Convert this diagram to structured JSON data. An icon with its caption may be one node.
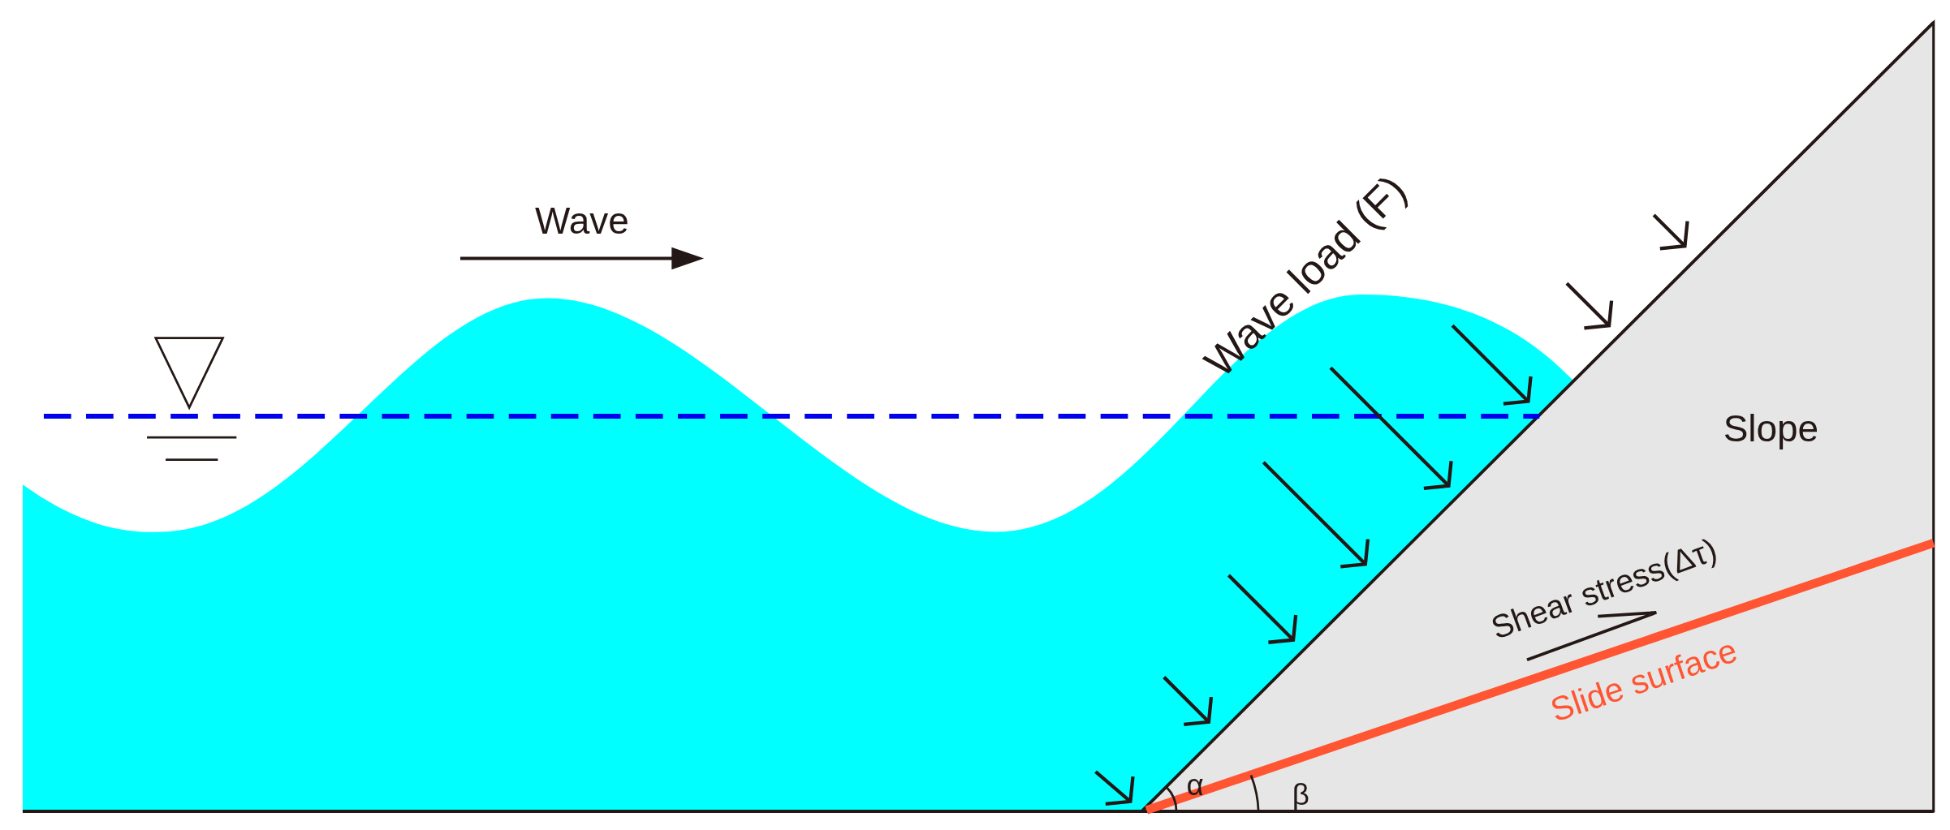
{
  "diagram": {
    "labels": [
      "Wave",
      "Wave load (F)",
      "Slope",
      "Shear stress(Δτ)",
      "Slide surface",
      "α",
      "β"
    ]
  }
}
